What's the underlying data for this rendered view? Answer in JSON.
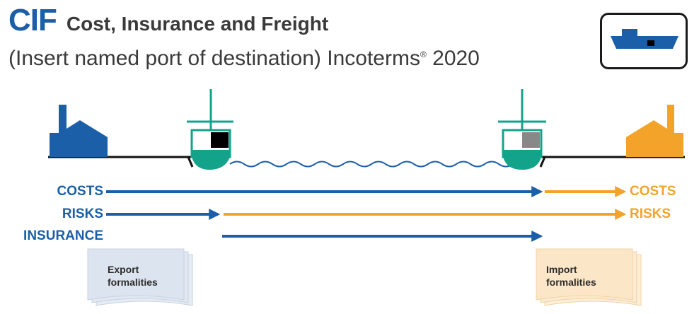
{
  "title": {
    "abbr": "CIF",
    "full": "Cost, Insurance and Freight"
  },
  "subtitle": {
    "main": "(Insert named port of destination) Incoterms",
    "registered": "®",
    "year": " 2020"
  },
  "rows": {
    "costs": {
      "left_label": "COSTS",
      "right_label": "COSTS"
    },
    "risks": {
      "left_label": "RISKS",
      "right_label": "RISKS"
    },
    "insurance": {
      "left_label": "INSURANCE"
    }
  },
  "documents": {
    "export": {
      "line1": "Export",
      "line2": "formalities"
    },
    "import": {
      "line1": "Import",
      "line2": "formalities"
    }
  },
  "colors": {
    "seller_blue": "#1b5fa8",
    "buyer_orange": "#f4a32a",
    "ship_teal": "#13a38a",
    "export_doc": "#dce4ef",
    "import_doc": "#fbe7c8"
  },
  "icons": [
    "seller-factory-icon",
    "loading-ship-icon",
    "sea-wave-icon",
    "discharge-ship-icon",
    "buyer-factory-icon",
    "ship-badge-icon"
  ]
}
